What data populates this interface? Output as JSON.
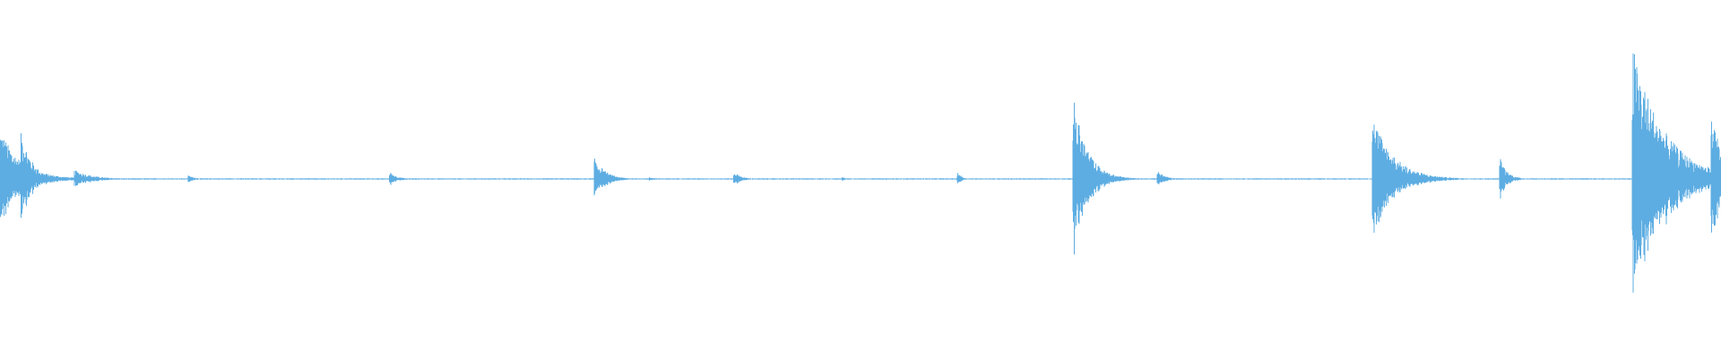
{
  "waveform": {
    "color": "#5dade2",
    "background": "#ffffff",
    "baseline_amplitude": 0.004,
    "events": [
      {
        "t": 0.0,
        "amp": 0.3,
        "decay": 0.012
      },
      {
        "t": 0.013,
        "amp": 0.27,
        "decay": 0.006
      },
      {
        "t": 0.044,
        "amp": 0.05,
        "decay": 0.01
      },
      {
        "t": 0.11,
        "amp": 0.02,
        "decay": 0.004
      },
      {
        "t": 0.227,
        "amp": 0.04,
        "decay": 0.004
      },
      {
        "t": 0.346,
        "amp": 0.12,
        "decay": 0.006
      },
      {
        "t": 0.378,
        "amp": 0.01,
        "decay": 0.004
      },
      {
        "t": 0.427,
        "amp": 0.04,
        "decay": 0.004
      },
      {
        "t": 0.49,
        "amp": 0.01,
        "decay": 0.003
      },
      {
        "t": 0.557,
        "amp": 0.04,
        "decay": 0.002
      },
      {
        "t": 0.624,
        "amp": 0.47,
        "decay": 0.008
      },
      {
        "t": 0.673,
        "amp": 0.05,
        "decay": 0.004
      },
      {
        "t": 0.798,
        "amp": 0.37,
        "decay": 0.012
      },
      {
        "t": 0.872,
        "amp": 0.12,
        "decay": 0.004
      },
      {
        "t": 0.949,
        "amp": 0.78,
        "decay": 0.018
      },
      {
        "t": 0.995,
        "amp": 0.35,
        "decay": 0.01
      }
    ]
  }
}
